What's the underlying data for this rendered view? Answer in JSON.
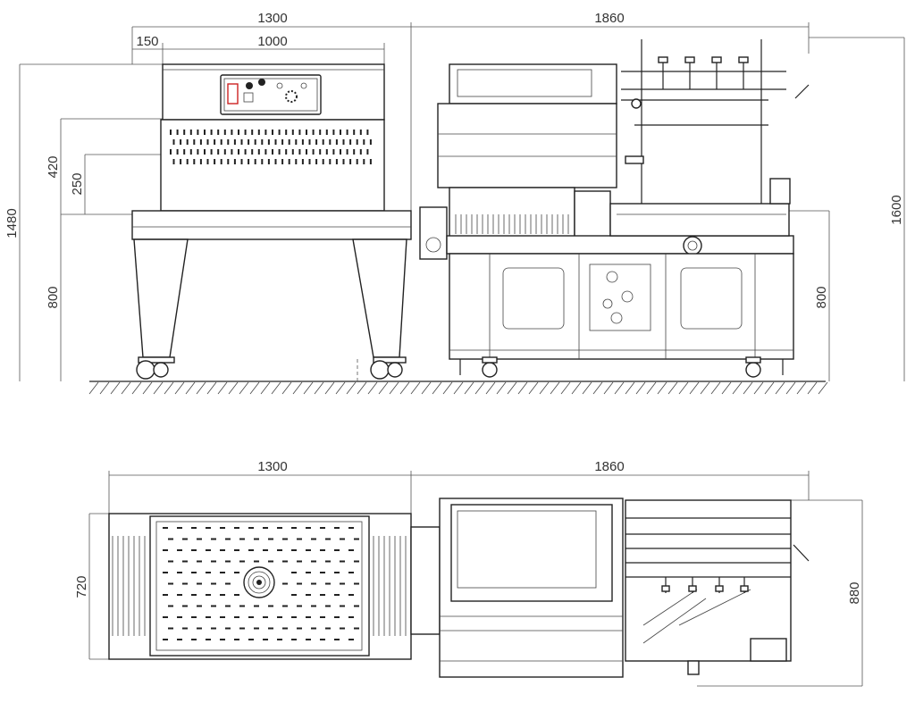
{
  "dimensions": {
    "front_tunnel_total_width": "1300",
    "front_tunnel_offset": "150",
    "front_tunnel_chamber_width": "1000",
    "front_sealer_width": "1860",
    "front_tunnel_total_height": "1480",
    "front_tunnel_opening_height": "420",
    "front_tunnel_opening_inner": "250",
    "front_tunnel_table_height": "800",
    "front_sealer_total_height": "1600",
    "front_sealer_table_height": "800",
    "top_tunnel_width": "1300",
    "top_sealer_width": "1860",
    "top_tunnel_depth": "720",
    "top_sealer_depth": "880"
  },
  "colors": {
    "line": "#222222",
    "indicator": "#cc2222",
    "background": "#ffffff"
  }
}
